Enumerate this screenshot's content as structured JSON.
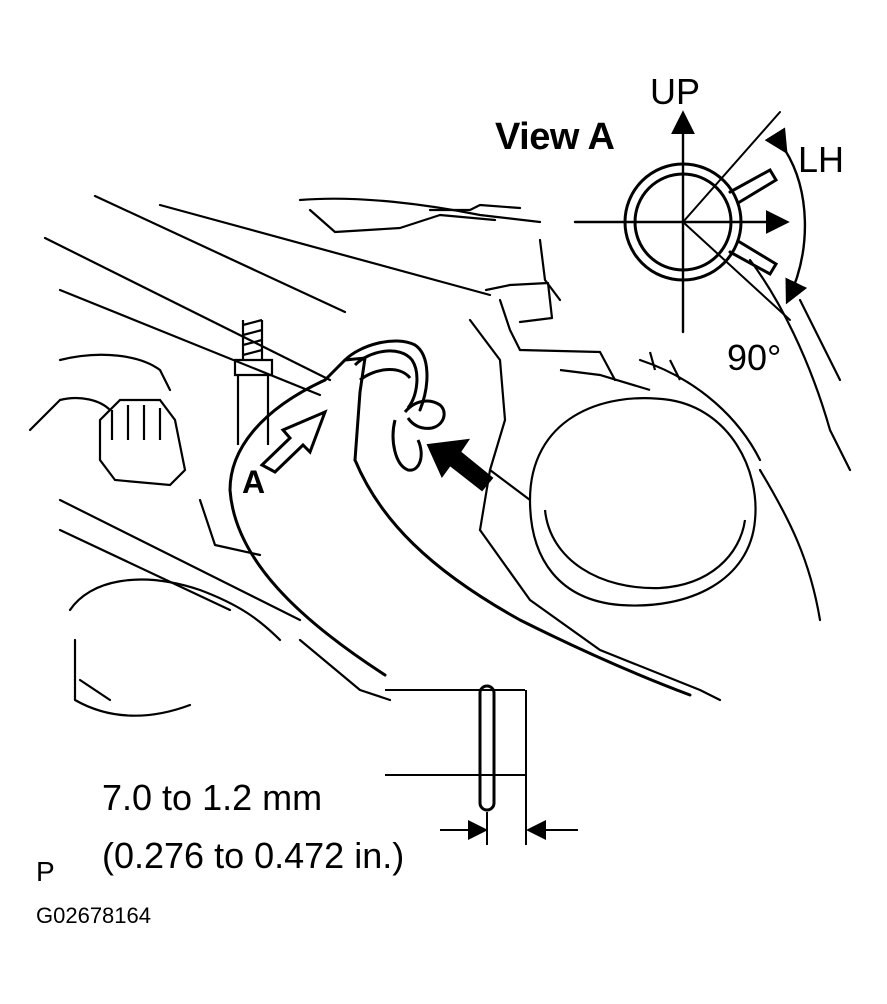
{
  "view_title": "View A",
  "direction_up": "UP",
  "direction_lh": "LH",
  "angle": "90°",
  "arrow_label": "A",
  "dimension": {
    "metric": "7.0 to 1.2 mm",
    "imperial": "(0.276 to 0.472 in.)"
  },
  "page_mark": "P",
  "figure_code": "G02678164",
  "colors": {
    "line": "#000000",
    "background": "#ffffff"
  }
}
